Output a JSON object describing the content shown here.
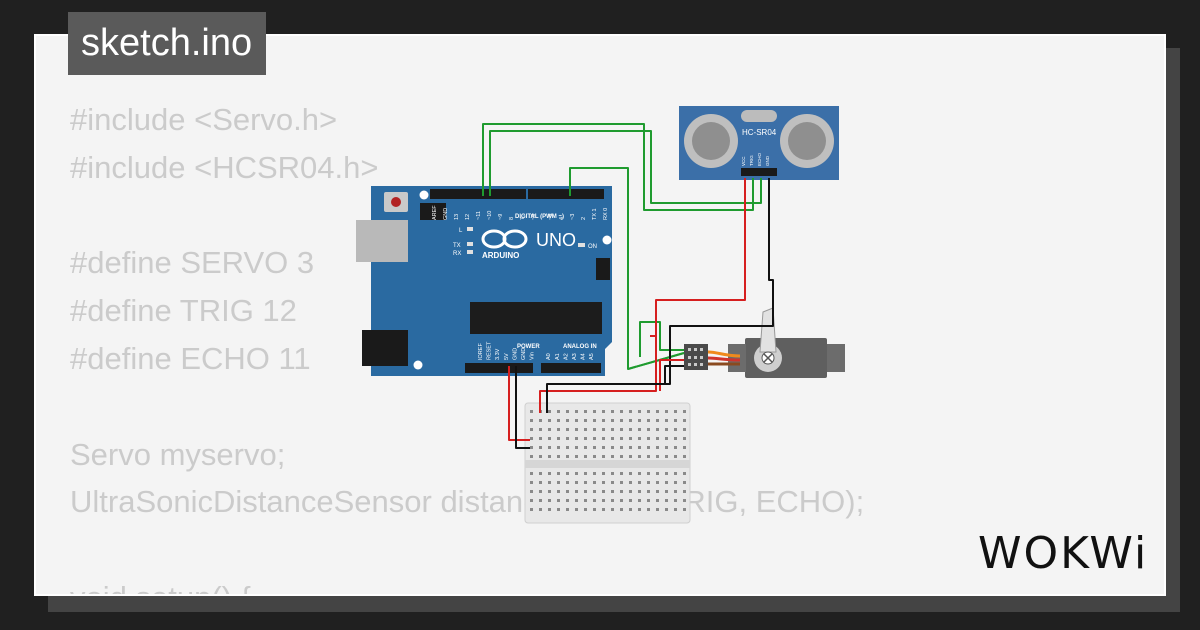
{
  "tab": {
    "filename": "sketch.ino"
  },
  "code_lines": [
    "#include <Servo.h>",
    "#include <HCSR04.h>",
    "",
    "#define SERVO 3",
    "#define TRIG 12",
    "#define ECHO 11",
    "",
    "Servo myservo;",
    "UltraSonicDistanceSensor distanceSensor(TRIG, ECHO);",
    "",
    "void setup() {"
  ],
  "arduino": {
    "board_name": "UNO",
    "brand": "ARDUINO",
    "header_digital": "DIGITAL (PWM ~)",
    "header_power": "POWER",
    "header_analog": "ANALOG IN",
    "led_labels": [
      "L",
      "TX",
      "RX",
      "ON"
    ],
    "top_pins": [
      "AREF",
      "GND",
      "13",
      "12",
      "~11",
      "~10",
      "~9",
      "8",
      "7",
      "~6",
      "~5",
      "4",
      "~3",
      "2",
      "TX 1",
      "RX 0"
    ],
    "bottom_pins": [
      "IOREF",
      "RESET",
      "3.3V",
      "5V",
      "GND",
      "GND",
      "Vin",
      "A0",
      "A1",
      "A2",
      "A3",
      "A4",
      "A5"
    ]
  },
  "sensor": {
    "model": "HC-SR04",
    "pins": [
      "VCC",
      "TRIG",
      "ECHO",
      "GND"
    ]
  },
  "colors": {
    "board": "#2a6aa1",
    "sensor": "#3b6fa8",
    "wire_green": "#1f9b2f",
    "wire_red": "#d61f1f",
    "wire_black": "#111111"
  },
  "logo": {
    "text": "WOKWi"
  }
}
